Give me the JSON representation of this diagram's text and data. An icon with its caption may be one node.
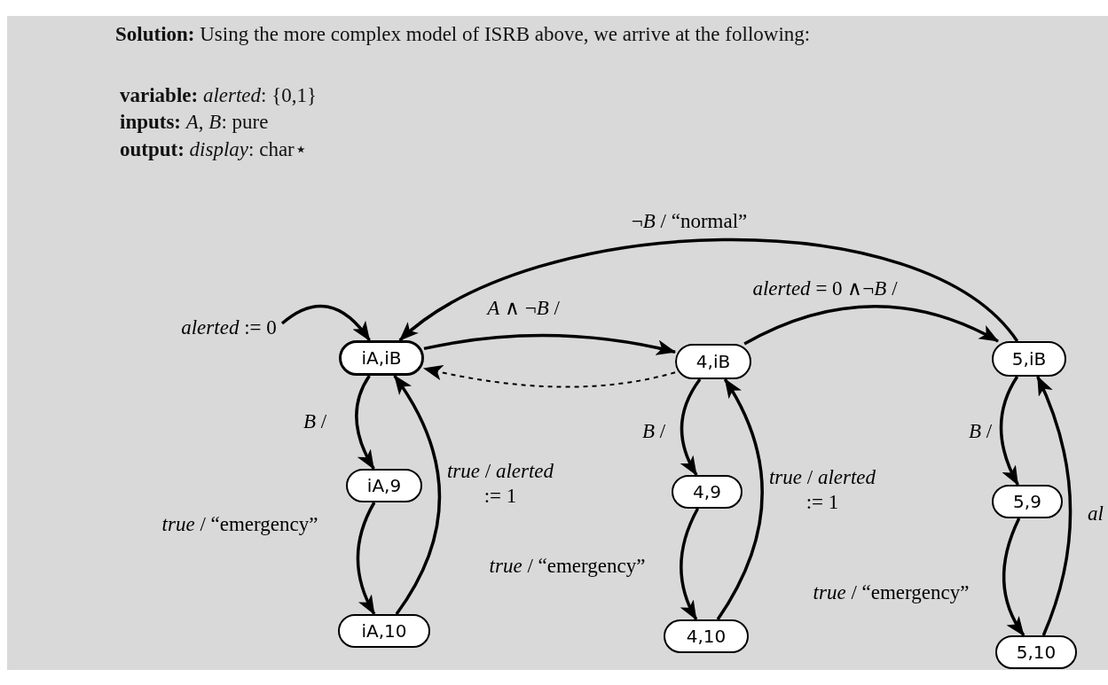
{
  "diagram": {
    "nodes": [
      {
        "text": [
          "iA,iB"
        ]
      },
      {
        "text": [
          "4,iB"
        ]
      },
      {
        "text": [
          "5,iB"
        ]
      },
      {
        "text": [
          "iA,9"
        ]
      },
      {
        "text": [
          "4,9"
        ]
      },
      {
        "text": [
          "5,9"
        ]
      },
      {
        "text": [
          "iA,10"
        ]
      },
      {
        "text": [
          "4,10"
        ]
      },
      {
        "text": [
          "5,10"
        ]
      }
    ],
    "edges": [
      {
        "from": null,
        "to": 0,
        "arrow": "to",
        "label": "*alerted* := 0"
      },
      {
        "from": 0,
        "to": 1,
        "arrow": "to",
        "label": "*A* ∧ ¬*B* /"
      },
      {
        "from": 1,
        "to": 2,
        "arrow": "to",
        "label": "*alerted* = 0 ∧¬*B* /"
      },
      {
        "from": 2,
        "to": 0,
        "arrow": "to",
        "label": "¬*B* / “normal”"
      },
      {
        "from": 1,
        "to": 0,
        "arrow": "to",
        "style": "dashed"
      },
      {
        "from": 0,
        "to": 3,
        "arrow": "to",
        "label": "*B* /"
      },
      {
        "from": 3,
        "to": 6,
        "arrow": "to",
        "label": "*true* / “emergency”"
      },
      {
        "from": 6,
        "to": 0,
        "arrow": "to",
        "label": "*true* / *alerted* := 1"
      },
      {
        "from": 1,
        "to": 4,
        "arrow": "to",
        "label": "*B* /"
      },
      {
        "from": 4,
        "to": 7,
        "arrow": "to",
        "label": "*true* / “emergency”"
      },
      {
        "from": 7,
        "to": 1,
        "arrow": "to",
        "label": "*true* / *alerted* := 1"
      },
      {
        "from": 2,
        "to": 5,
        "arrow": "to",
        "label": "*B* /"
      },
      {
        "from": 5,
        "to": 8,
        "arrow": "to",
        "label": "*true* / “emergency”"
      },
      {
        "from": 8,
        "to": 2,
        "arrow": "to",
        "label": "*al*"
      }
    ],
    "labels": [
      "**Solution:** Using the more complex model of ISRB above, we arrive at the following:",
      "**variable:** *alerted*: {0,1}",
      "**inputs:** *A*, *B*: pure",
      "**output:** *display*: char⋆"
    ]
  }
}
